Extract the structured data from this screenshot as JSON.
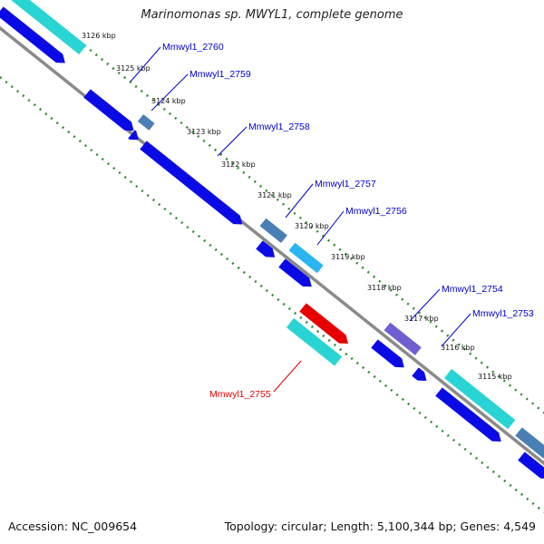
{
  "title": "Marinomonas sp. MWYL1, complete genome",
  "footer": {
    "accession": "Accession: NC_009654",
    "info": "Topology: circular; Length: 5,100,344 bp; Genes: 4,549"
  },
  "colors": {
    "backbone": "#8a8a8a",
    "tick_dots": "#2e8b2e",
    "label_forward": "#0000cc",
    "label_reverse": "#e00000",
    "cds": "#0a0ae6",
    "gene_cyan": "#28d4d4",
    "gene_steel": "#4a7fb5",
    "gene_sky": "#29b6f0",
    "gene_purple": "#6f5fd0",
    "gene_red": "#e80000"
  },
  "kbp_ticks": [
    "3126 kbp",
    "3125 kbp",
    "3124 kbp",
    "3123 kbp",
    "3122 kbp",
    "3121 kbp",
    "3120 kbp",
    "3119 kbp",
    "3118 kbp",
    "3117 kbp",
    "3116 kbp",
    "3115 kbp"
  ],
  "gene_labels": [
    {
      "text": "Mmwyl1_2760",
      "strand": "forward"
    },
    {
      "text": "Mmwyl1_2759",
      "strand": "forward"
    },
    {
      "text": "Mmwyl1_2758",
      "strand": "forward"
    },
    {
      "text": "Mmwyl1_2757",
      "strand": "forward"
    },
    {
      "text": "Mmwyl1_2756",
      "strand": "forward"
    },
    {
      "text": "Mmwyl1_2754",
      "strand": "forward"
    },
    {
      "text": "Mmwyl1_2753",
      "strand": "forward"
    },
    {
      "text": "Mmwyl1_2755",
      "strand": "reverse"
    }
  ]
}
